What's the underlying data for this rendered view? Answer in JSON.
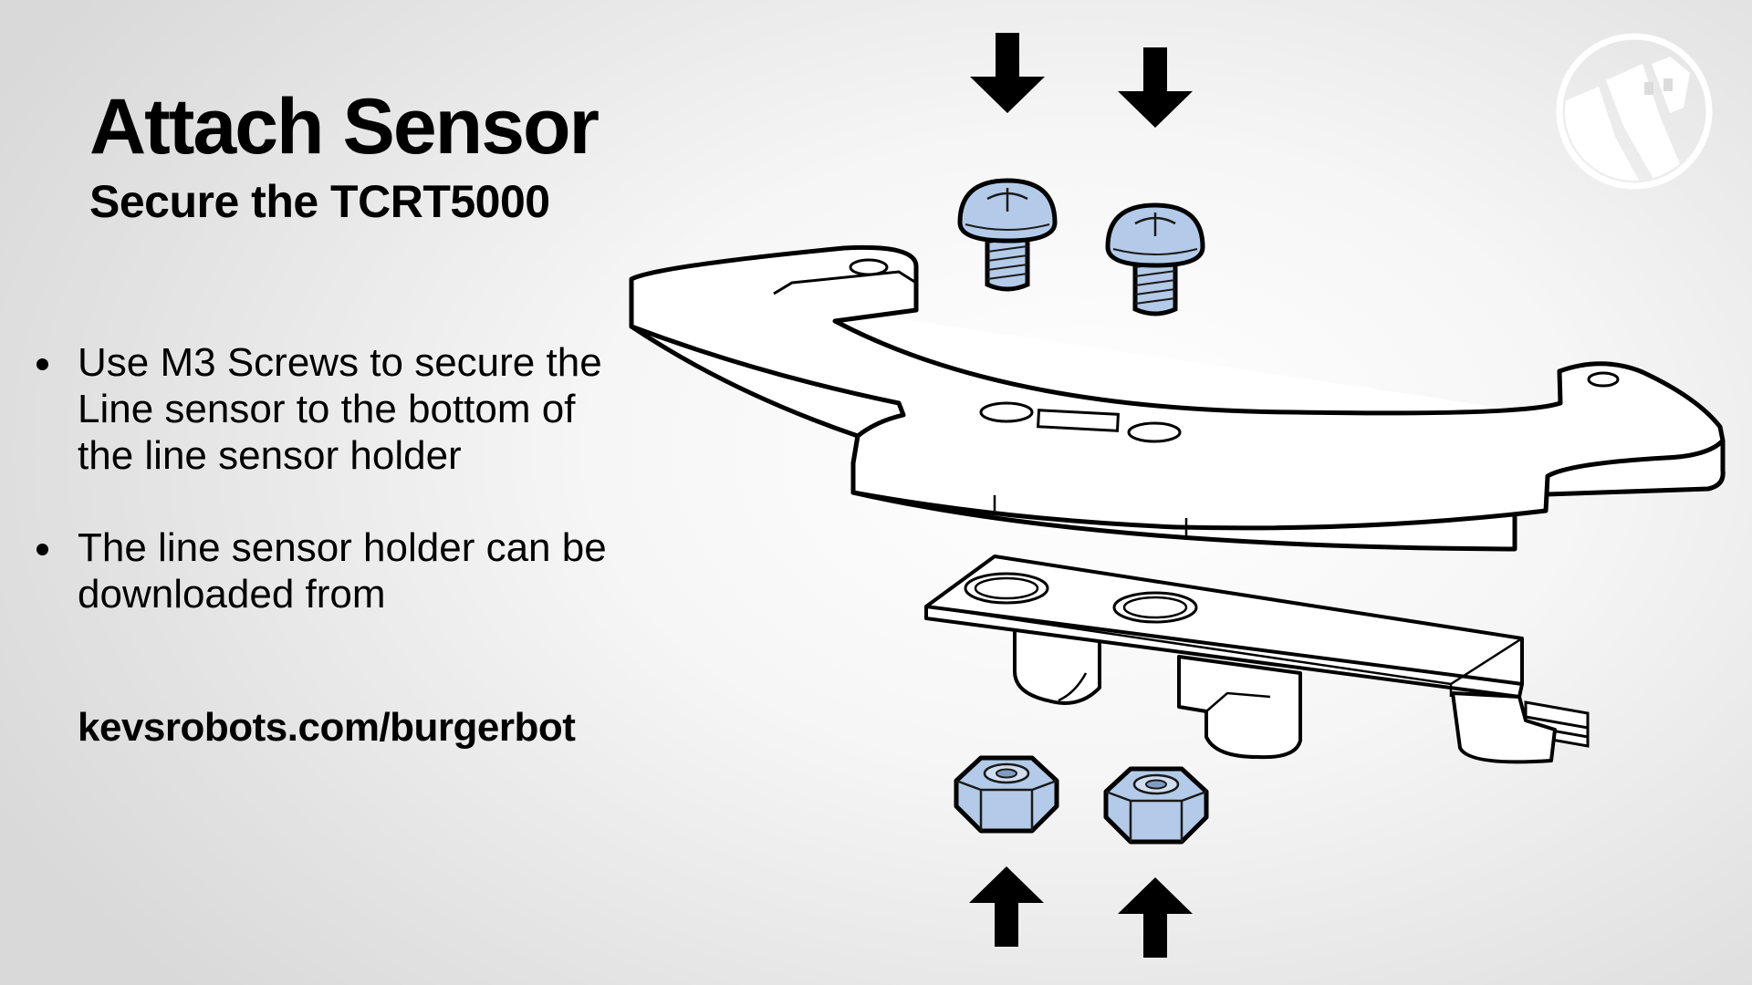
{
  "slide": {
    "title": "Attach Sensor",
    "subtitle": "Secure the TCRT5000",
    "bullets": [
      "Use M3 Screws to secure the Line sensor to the bottom of the line sensor holder",
      "The line sensor holder can be downloaded from"
    ],
    "link": "kevsrobots.com/burgerbot"
  },
  "diagram": {
    "parts": [
      "sensor-holder",
      "m3-screw",
      "m3-screw",
      "tcrt5000-sensor",
      "m3-nut",
      "m3-nut"
    ],
    "arrows": [
      "down",
      "down",
      "up",
      "up"
    ]
  },
  "colors": {
    "hardware_fill": "#b3cbe8",
    "outline": "#000000",
    "part_fill": "#ffffff",
    "background": "#f2f2f2"
  },
  "icons": [
    "robot-logo-icon",
    "arrow-down-icon",
    "arrow-up-icon"
  ]
}
